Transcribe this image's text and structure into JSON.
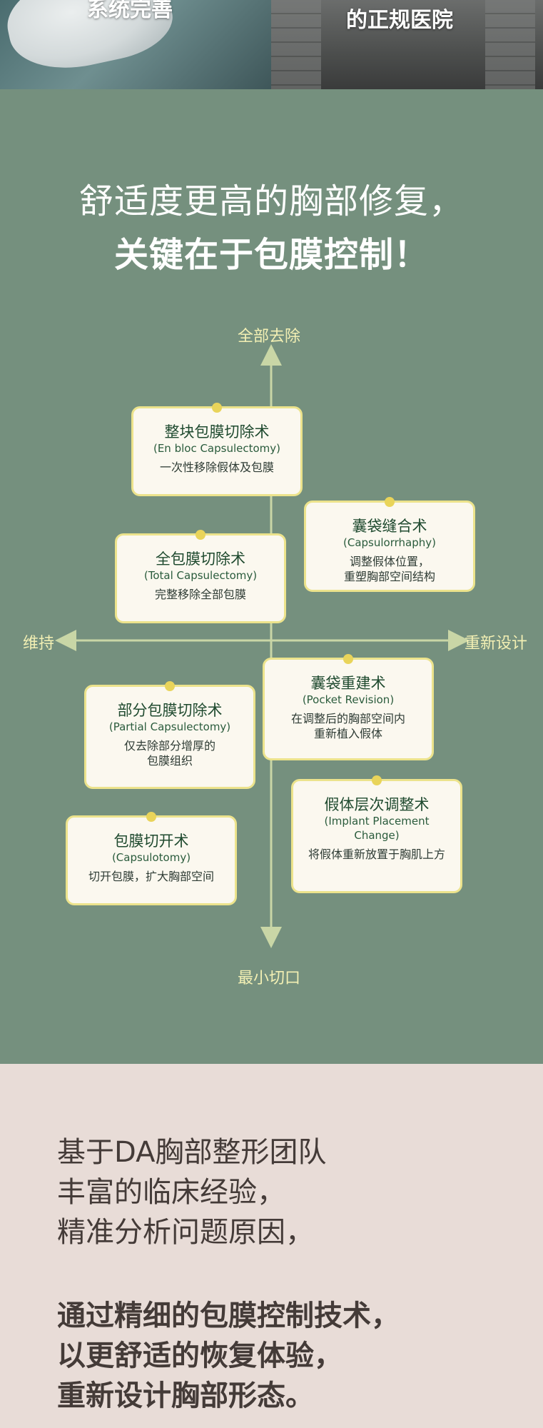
{
  "top": {
    "left_caption": "系统完善",
    "right_caption": "的正规医院"
  },
  "headline": {
    "line1": "舒适度更高的胸部修复，",
    "line2": "关键在于包膜控制！"
  },
  "axes": {
    "top": "全部去除",
    "bottom": "最小切口",
    "left": "维持",
    "right": "重新设计"
  },
  "colors": {
    "green_bg": "#75907e",
    "card_bg": "#fbf8ef",
    "card_border": "#ece38c",
    "axis_label": "#f3f0b4",
    "pink_bg": "#e8dcd7"
  },
  "cards": [
    {
      "id": "en-bloc",
      "title": "整块包膜切除术",
      "english": "(En bloc Capsulectomy)",
      "desc": [
        "一次性移除假体及包膜"
      ]
    },
    {
      "id": "capsulorrhaphy",
      "title": "囊袋缝合术",
      "english": "(Capsulorrhaphy)",
      "desc": [
        "调整假体位置，",
        "重塑胸部空间结构"
      ]
    },
    {
      "id": "total",
      "title": "全包膜切除术",
      "english": "(Total Capsulectomy)",
      "desc": [
        "完整移除全部包膜"
      ]
    },
    {
      "id": "pocket-revision",
      "title": "囊袋重建术",
      "english": "(Pocket Revision)",
      "desc": [
        "在调整后的胸部空间内",
        "重新植入假体"
      ]
    },
    {
      "id": "partial",
      "title": "部分包膜切除术",
      "english": "(Partial Capsulectomy)",
      "desc": [
        "仅去除部分增厚的",
        "包膜组织"
      ]
    },
    {
      "id": "implant-placement",
      "title": "假体层次调整术",
      "english": [
        "(Implant Placement",
        "Change)"
      ],
      "desc": [
        "将假体重新放置于胸肌上方"
      ]
    },
    {
      "id": "capsulotomy",
      "title": "包膜切开术",
      "english": "(Capsulotomy)",
      "desc": [
        "切开包膜，扩大胸部空间"
      ]
    }
  ],
  "bottom": {
    "para1": [
      "基于DA胸部整形团队",
      "丰富的临床经验，",
      "精准分析问题原因，"
    ],
    "para2": [
      "通过精细的包膜控制技术，",
      "以更舒适的恢复体验，",
      "重新设计胸部形态。"
    ]
  }
}
